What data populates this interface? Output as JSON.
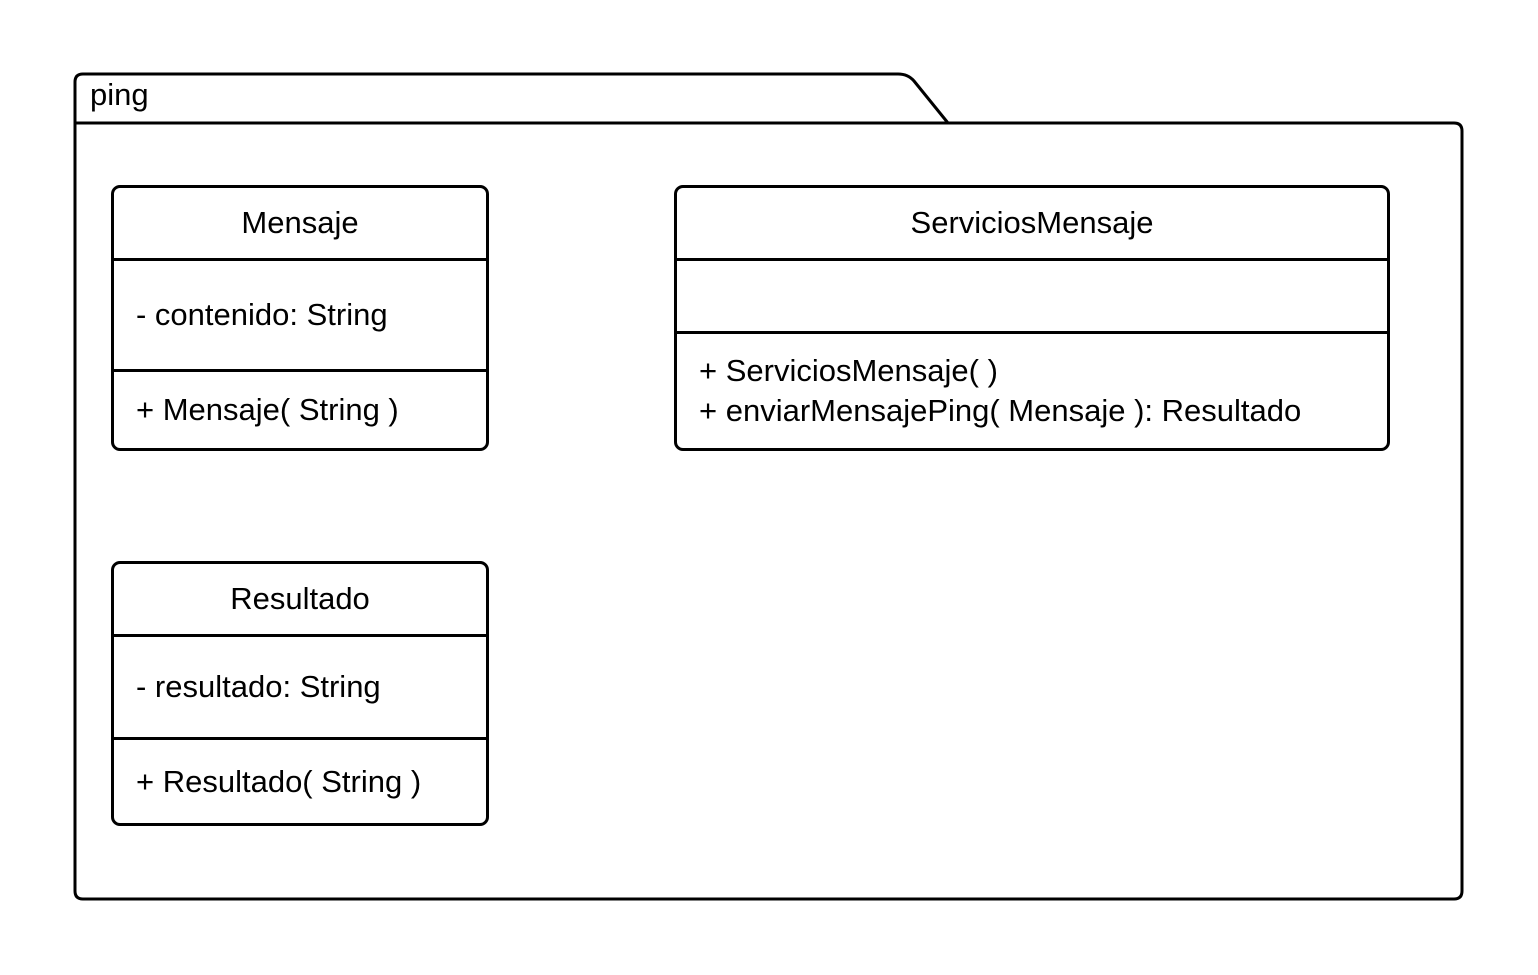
{
  "package": {
    "name": "ping"
  },
  "classes": {
    "mensaje": {
      "name": "Mensaje",
      "attributes": [
        "- contenido: String"
      ],
      "operations": [
        "+ Mensaje( String )"
      ]
    },
    "servicios_mensaje": {
      "name": "ServiciosMensaje",
      "attributes": [],
      "operations": [
        "+ ServiciosMensaje( )",
        "+ enviarMensajePing( Mensaje ): Resultado"
      ]
    },
    "resultado": {
      "name": "Resultado",
      "attributes": [
        "- resultado: String"
      ],
      "operations": [
        "+ Resultado( String )"
      ]
    }
  },
  "colors": {
    "stroke": "#000000",
    "background": "#ffffff"
  }
}
